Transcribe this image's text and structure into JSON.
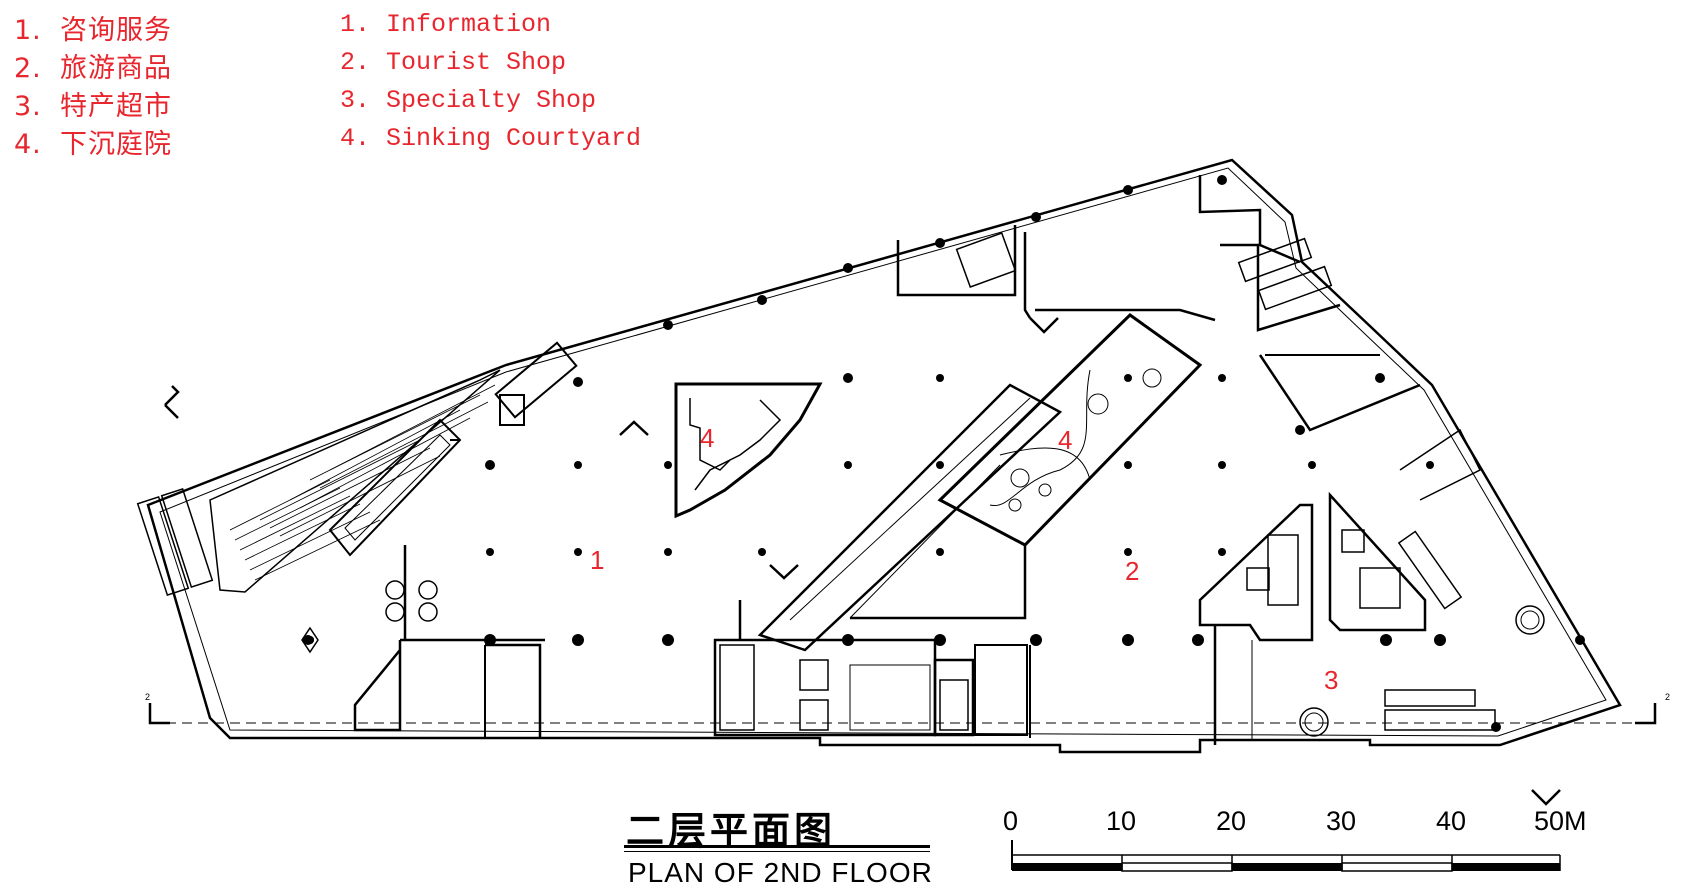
{
  "legend": {
    "chinese": [
      {
        "num": "1.",
        "label": "咨询服务"
      },
      {
        "num": "2.",
        "label": "旅游商品"
      },
      {
        "num": "3.",
        "label": "特产超市"
      },
      {
        "num": "4.",
        "label": "下沉庭院"
      }
    ],
    "english": [
      {
        "num": "1.",
        "label": "Information"
      },
      {
        "num": "2.",
        "label": "Tourist Shop"
      },
      {
        "num": "3.",
        "label": "Specialty Shop"
      },
      {
        "num": "4.",
        "label": "Sinking Courtyard"
      }
    ]
  },
  "room_labels": [
    "1",
    "2",
    "3",
    "4",
    "4"
  ],
  "title": {
    "chinese": "二层平面图",
    "english": "PLAN OF 2ND FLOOR"
  },
  "scale_bar": {
    "labels": [
      "0",
      "10",
      "20",
      "30",
      "40",
      "50M"
    ]
  },
  "section_marks": [
    "2",
    "2"
  ],
  "colors": {
    "legend_text": "#e8262e",
    "linework": "#000000",
    "background": "#ffffff"
  }
}
